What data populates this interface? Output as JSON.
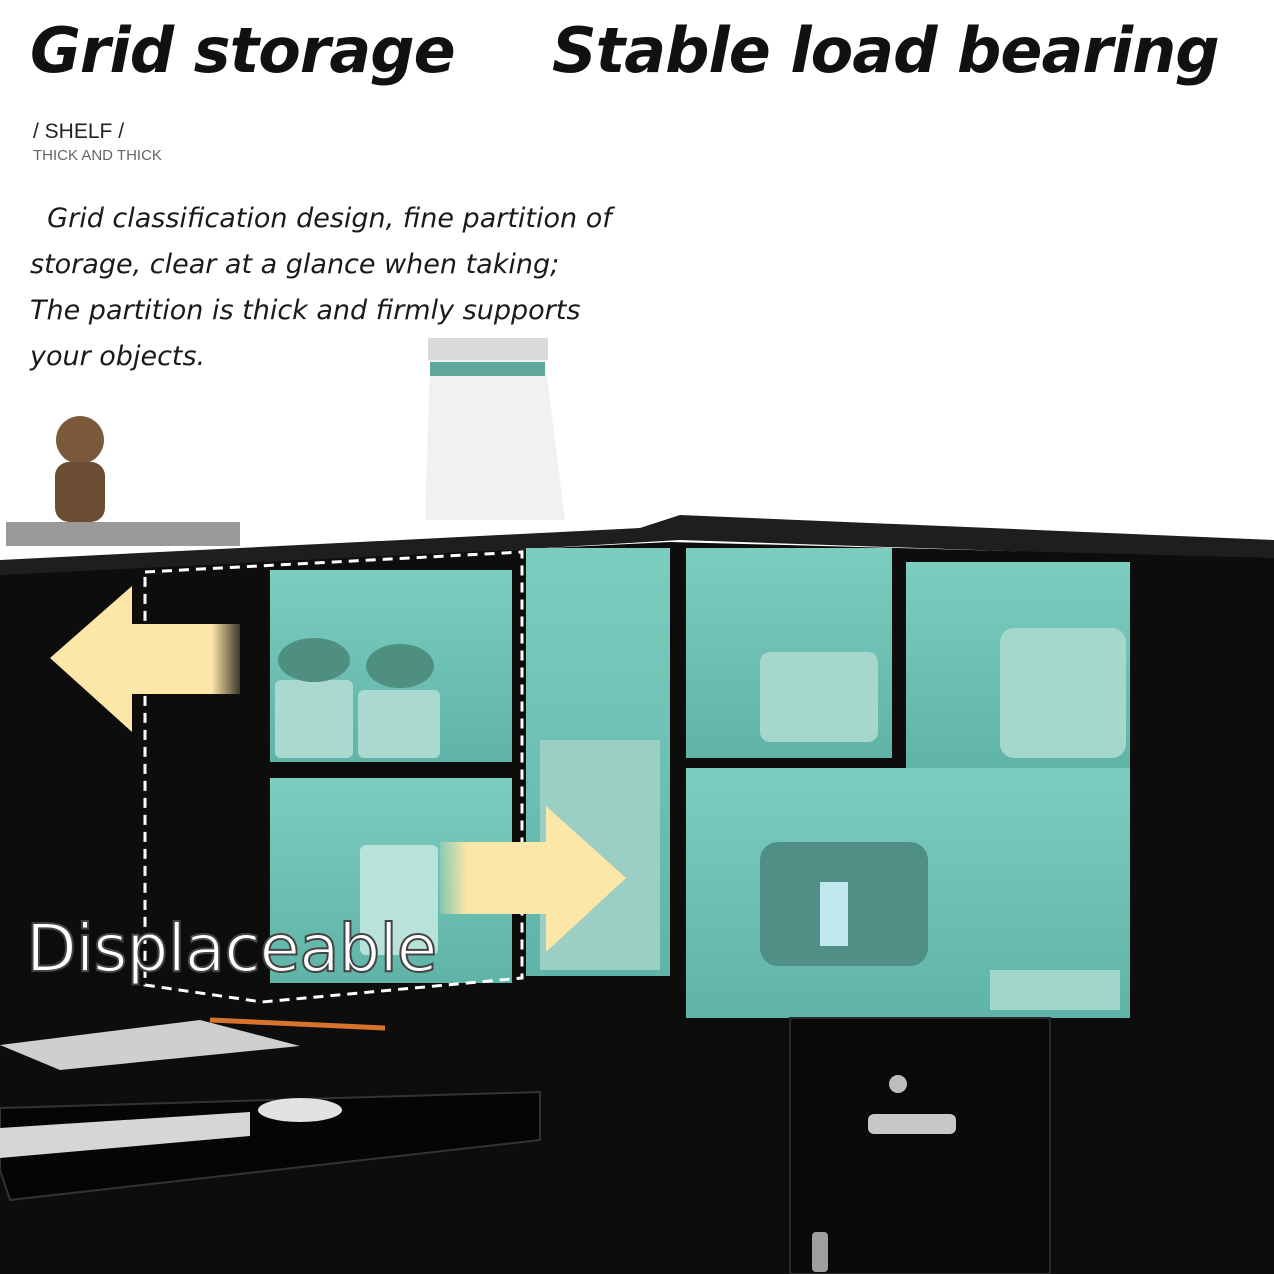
{
  "headlines": {
    "left": "Grid storage",
    "right": "Stable load bearing"
  },
  "label": {
    "main": "/ SHELF /",
    "sub": "THICK AND THICK"
  },
  "description": {
    "lines": [
      "  Grid classification design, fine partition of",
      "storage, clear at a glance when taking;",
      "The partition is thick and firmly supports",
      "your objects."
    ]
  },
  "overlay": {
    "caption": "Displaceable"
  },
  "colors": {
    "desk": "#0d0d0d",
    "cubby_glow": "#6fc0b4",
    "arrow": "#fde7a8",
    "dashed_outline": "#ffffff"
  },
  "icons": [
    "arrow-left-icon",
    "arrow-right-icon"
  ]
}
